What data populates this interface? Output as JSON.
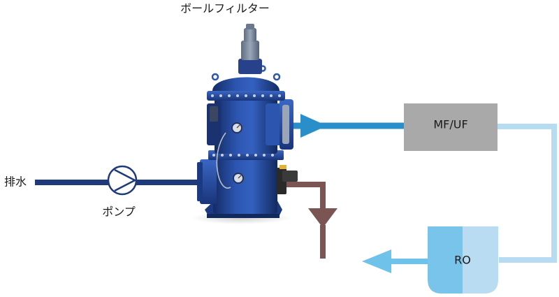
{
  "diagram": {
    "title": "ボールフィルター",
    "source_label": "排水",
    "pump_label": "ポンプ",
    "mfuf_label": "MF/UF",
    "ro_label": "RO"
  },
  "colors": {
    "inlet_pipe": "#1e3a7b",
    "outlet_pipe": "#2a8fc9",
    "mfuf_outlet_pipe": "#b7dcf2",
    "ro_outlet_pipe": "#6fc3ea",
    "drain_pipe": "#7a5553",
    "mfuf_box": "#a9a9a9",
    "ro_left": "#79c4ea",
    "ro_right": "#b9dcf3",
    "filter_body": "#24489a"
  }
}
